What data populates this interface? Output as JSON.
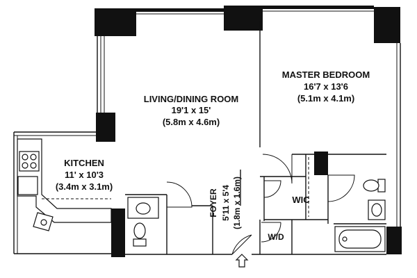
{
  "rooms": {
    "living": {
      "name": "LIVING/DINING ROOM",
      "dims_imperial": "19'1 x 15'",
      "dims_metric": "(5.8m x 4.6m)"
    },
    "master": {
      "name": "MASTER BEDROOM",
      "dims_imperial": "16'7 x 13'6",
      "dims_metric": "(5.1m x 4.1m)"
    },
    "kitchen": {
      "name": "KITCHEN",
      "dims_imperial": "11' x 10'3",
      "dims_metric": "(3.4m x 3.1m)"
    },
    "foyer": {
      "name": "FOYER",
      "dims_imperial": "5'11 x 5'4",
      "dims_metric": "(1.8m x 1.6m)"
    },
    "wic": {
      "name": "WIC"
    },
    "wd": {
      "name": "W/D"
    }
  },
  "entry_icon": "up-arrow-icon",
  "colors": {
    "wall": "#111111",
    "background": "#ffffff"
  }
}
